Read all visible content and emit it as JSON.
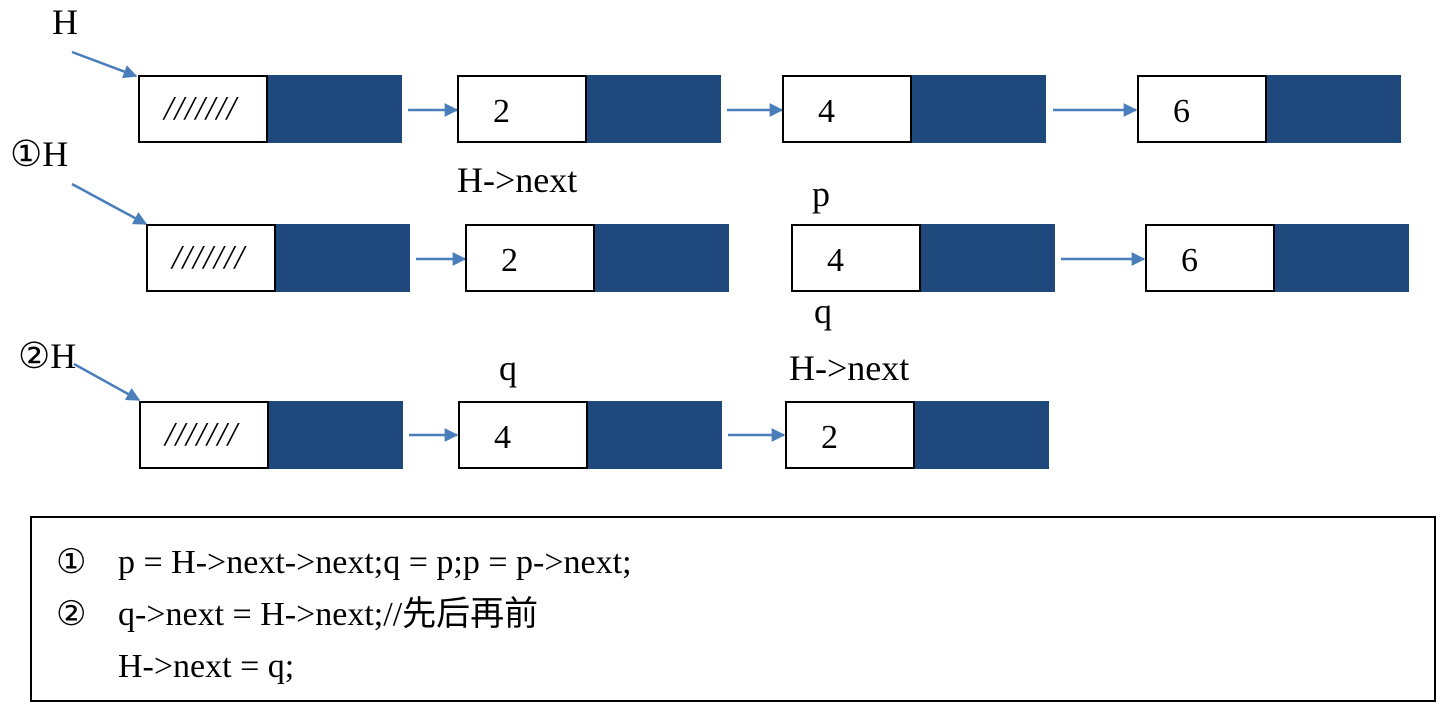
{
  "palette": {
    "pointer_field": "#1f497d",
    "arrow": "#4a7ebb",
    "border": "#000000"
  },
  "head_marker": "///////",
  "row1": {
    "head_label": "H",
    "nodes": [
      "2",
      "4",
      "6"
    ],
    "under_label": "H->next"
  },
  "row2": {
    "head_label": "①H",
    "nodes": [
      "2",
      "4",
      "6"
    ],
    "p_label": "p",
    "q_label": "q"
  },
  "row3": {
    "head_label": "②H",
    "nodes": [
      "4",
      "2"
    ],
    "q_label": "q",
    "next_label": "H->next"
  },
  "code": {
    "lines": [
      {
        "mark": "①",
        "text": "p = H->next->next;q = p;p = p->next;"
      },
      {
        "mark": "②",
        "text": "q->next = H->next;//先后再前"
      },
      {
        "mark": "",
        "text": "H->next = q;"
      }
    ]
  }
}
